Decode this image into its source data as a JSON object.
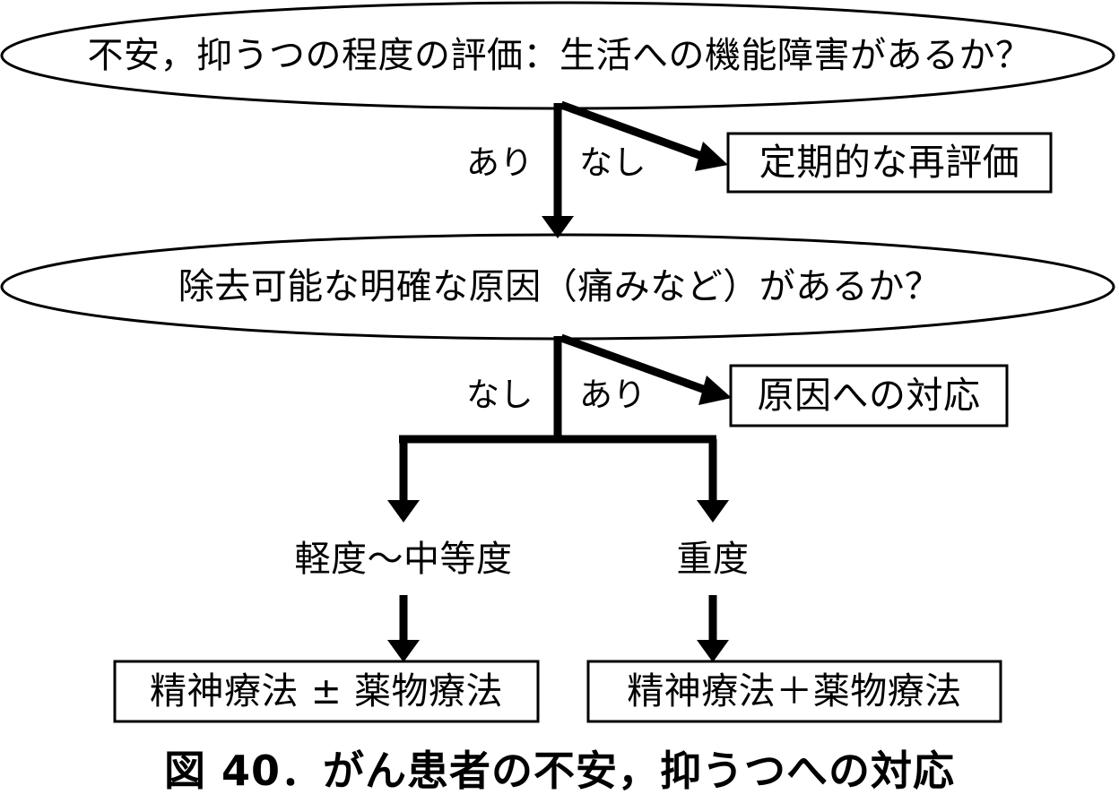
{
  "figure": {
    "caption": "図 40．がん患者の不安，抑うつへの対応",
    "background_color": "#ffffff",
    "stroke_color": "#000000"
  },
  "nodes": {
    "decision_1": {
      "shape": "ellipse",
      "text": "不安，抑うつの程度の評価：生活への機能障害があるか？"
    },
    "decision_2": {
      "shape": "ellipse",
      "text": "除去可能な明確な原因（痛みなど）があるか？"
    },
    "action_reassess": {
      "shape": "rect",
      "text": "定期的な再評価"
    },
    "action_cause": {
      "shape": "rect",
      "text": "原因への対応"
    },
    "treatment_mild": {
      "shape": "rect",
      "text": "精神療法 ± 薬物療法"
    },
    "treatment_severe": {
      "shape": "rect",
      "text": "精神療法＋薬物療法"
    }
  },
  "branch_labels": {
    "d1_left": "あり",
    "d1_right": "なし",
    "d2_left": "なし",
    "d2_right": "あり"
  },
  "severity_labels": {
    "mild": "軽度〜中等度",
    "severe": "重度"
  }
}
